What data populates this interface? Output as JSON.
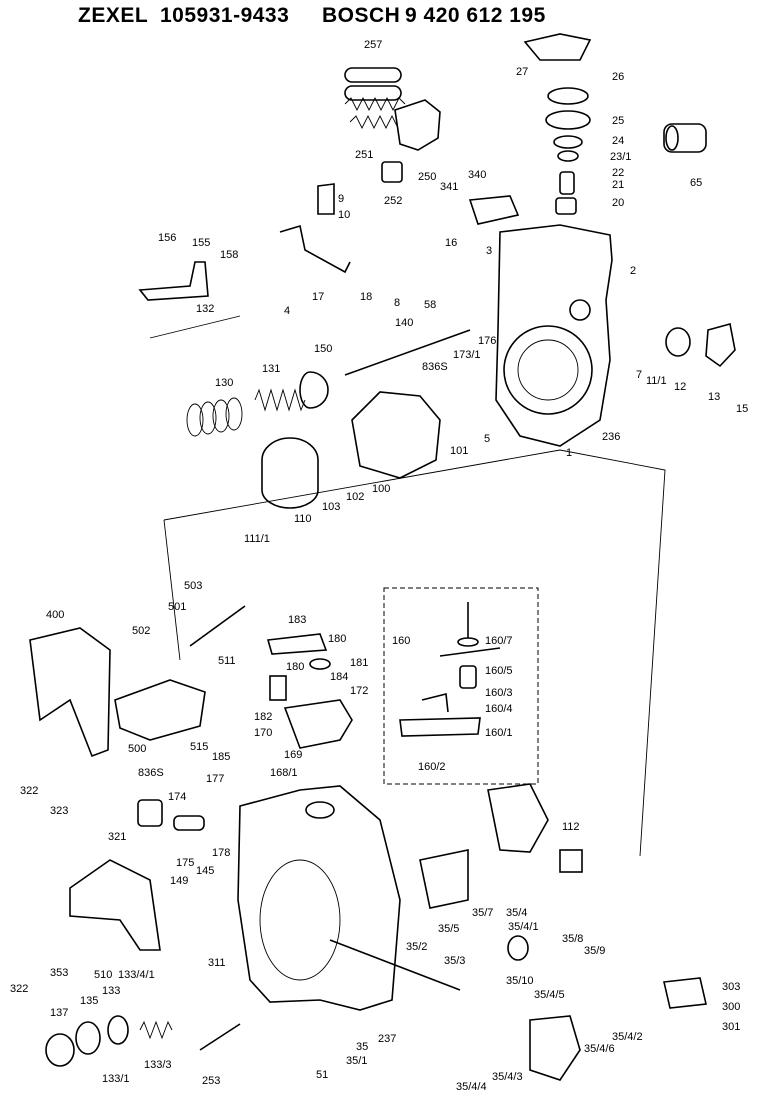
{
  "header": {
    "brand1": "ZEXEL",
    "part1": "105931-9433",
    "brand2": "BOSCH",
    "part2": "9 420 612 195"
  },
  "parts": {
    "p257": "257",
    "p251": "251",
    "p250": "250",
    "p252": "252",
    "p27": "27",
    "p26": "26",
    "p25": "25",
    "p24": "24",
    "p23_1": "23/1",
    "p22": "22",
    "p21": "21",
    "p20": "20",
    "p65": "65",
    "p341": "341",
    "p340": "340",
    "p9": "9",
    "p10": "10",
    "p156": "156",
    "p155": "155",
    "p158": "158",
    "p132": "132",
    "p4": "4",
    "p17": "17",
    "p18": "18",
    "p8": "8",
    "p16": "16",
    "p3": "3",
    "p2": "2",
    "p58": "58",
    "p140": "140",
    "p176": "176",
    "p173_1": "173/1",
    "p836s_a": "836S",
    "p150": "150",
    "p131": "131",
    "p130": "130",
    "p7": "7",
    "p11_1": "11/1",
    "p12": "12",
    "p13": "13",
    "p15": "15",
    "p5": "5",
    "p101": "101",
    "p236": "236",
    "p1": "1",
    "p100": "100",
    "p102": "102",
    "p103": "103",
    "p110": "110",
    "p111_1": "111/1",
    "p503": "503",
    "p501": "501",
    "p502": "502",
    "p400": "400",
    "p511": "511",
    "p183a": "183",
    "p180a": "180",
    "p160": "160",
    "p160_7": "160/7",
    "p181": "181",
    "p180b": "180",
    "p184": "184",
    "p160_5": "160/5",
    "p172": "172",
    "p160_3": "160/3",
    "p160_4": "160/4",
    "p182": "182",
    "p170": "170",
    "p160_1": "160/1",
    "p169": "169",
    "p168_1": "168/1",
    "p160_2": "160/2",
    "p500": "500",
    "p515": "515",
    "p185": "185",
    "p322a": "322",
    "p836s_b": "836S",
    "p177": "177",
    "p323": "323",
    "p174": "174",
    "p178": "178",
    "p175": "175",
    "p321": "321",
    "p149": "149",
    "p145": "145",
    "p112": "112",
    "p35_7": "35/7",
    "p35_4": "35/4",
    "p35_4_1": "35/4/1",
    "p35_5": "35/5",
    "p35_8": "35/8",
    "p35_9": "35/9",
    "p311": "311",
    "p322b": "322",
    "p353": "353",
    "p510": "510",
    "p133_4_1": "133/4/1",
    "p133": "133",
    "p135": "135",
    "p137": "137",
    "p133_1": "133/1",
    "p133_3": "133/3",
    "p253": "253",
    "p35_2": "35/2",
    "p35_3": "35/3",
    "p35_10": "35/10",
    "p35_4_5": "35/4/5",
    "p303": "303",
    "p300": "300",
    "p301": "301",
    "p35_4_2": "35/4/2",
    "p35_4_6": "35/4/6",
    "p35": "35",
    "p237": "237",
    "p35_1": "35/1",
    "p51": "51",
    "p35_4_3": "35/4/3",
    "p35_4_4": "35/4/4"
  }
}
